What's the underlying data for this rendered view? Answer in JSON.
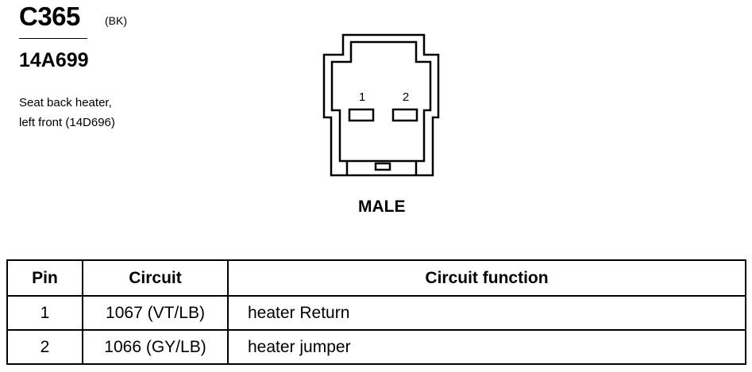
{
  "connector": {
    "id": "C365",
    "color": "(BK)",
    "part_number": "14A699",
    "description_line1": "Seat back heater,",
    "description_line2": "left front (14D696)",
    "gender": "MALE",
    "pin_labels": [
      "1",
      "2"
    ]
  },
  "table": {
    "headers": [
      "Pin",
      "Circuit",
      "Circuit function"
    ],
    "rows": [
      {
        "pin": "1",
        "circuit": "1067 (VT/LB)",
        "function": "heater Return"
      },
      {
        "pin": "2",
        "circuit": "1066 (GY/LB)",
        "function": "heater jumper"
      }
    ]
  }
}
